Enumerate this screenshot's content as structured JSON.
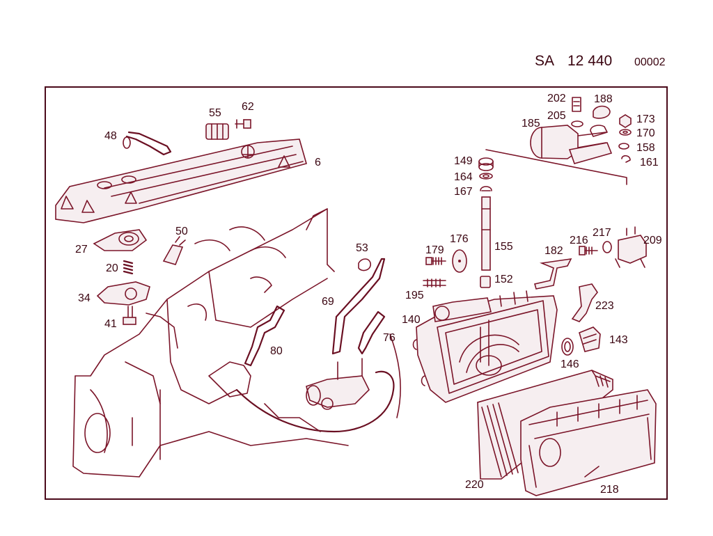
{
  "header": {
    "prefix": "SA",
    "number": "12 440",
    "code": "00002"
  },
  "parts": [
    {
      "id": "p6",
      "label": "6"
    },
    {
      "id": "p20",
      "label": "20"
    },
    {
      "id": "p27",
      "label": "27"
    },
    {
      "id": "p34",
      "label": "34"
    },
    {
      "id": "p41",
      "label": "41"
    },
    {
      "id": "p48",
      "label": "48"
    },
    {
      "id": "p50",
      "label": "50"
    },
    {
      "id": "p53",
      "label": "53"
    },
    {
      "id": "p55",
      "label": "55"
    },
    {
      "id": "p62",
      "label": "62"
    },
    {
      "id": "p69",
      "label": "69"
    },
    {
      "id": "p76",
      "label": "76"
    },
    {
      "id": "p80",
      "label": "80"
    },
    {
      "id": "p140",
      "label": "140"
    },
    {
      "id": "p143",
      "label": "143"
    },
    {
      "id": "p146",
      "label": "146"
    },
    {
      "id": "p149",
      "label": "149"
    },
    {
      "id": "p152",
      "label": "152"
    },
    {
      "id": "p155",
      "label": "155"
    },
    {
      "id": "p158",
      "label": "158"
    },
    {
      "id": "p161",
      "label": "161"
    },
    {
      "id": "p164",
      "label": "164"
    },
    {
      "id": "p167",
      "label": "167"
    },
    {
      "id": "p170",
      "label": "170"
    },
    {
      "id": "p173",
      "label": "173"
    },
    {
      "id": "p176",
      "label": "176"
    },
    {
      "id": "p179",
      "label": "179"
    },
    {
      "id": "p182",
      "label": "182"
    },
    {
      "id": "p185",
      "label": "185"
    },
    {
      "id": "p188",
      "label": "188"
    },
    {
      "id": "p195",
      "label": "195"
    },
    {
      "id": "p202",
      "label": "202"
    },
    {
      "id": "p205",
      "label": "205"
    },
    {
      "id": "p209",
      "label": "209"
    },
    {
      "id": "p216",
      "label": "216"
    },
    {
      "id": "p217",
      "label": "217"
    },
    {
      "id": "p218",
      "label": "218"
    },
    {
      "id": "p220",
      "label": "220"
    },
    {
      "id": "p223",
      "label": "223"
    }
  ]
}
